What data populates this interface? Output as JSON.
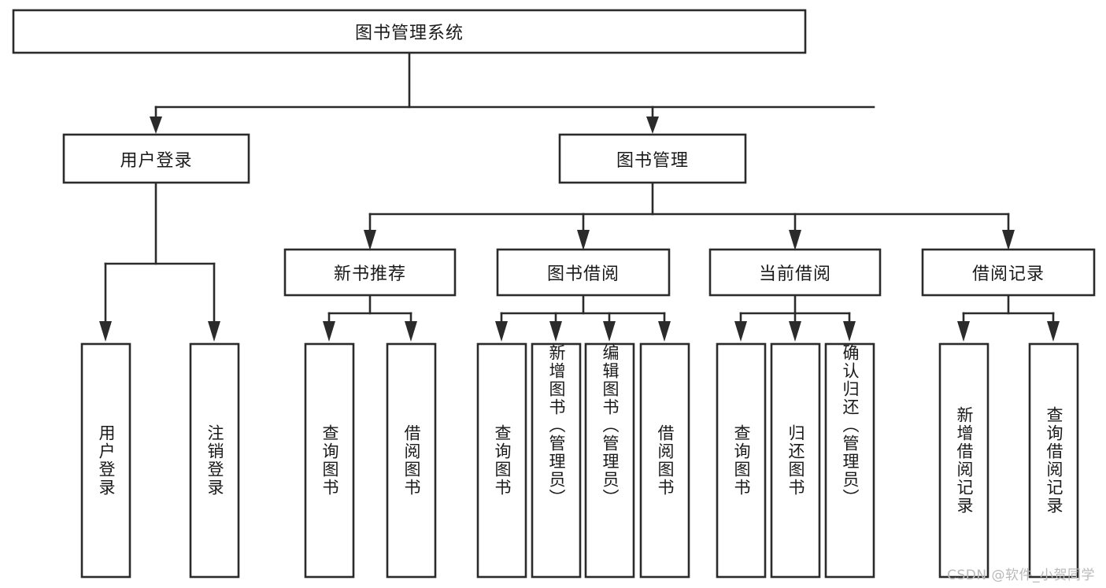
{
  "diagram": {
    "type": "tree-hierarchy",
    "title": "图书管理系统",
    "orientation": "top-down",
    "colors": {
      "box_stroke": "#2b2b2b",
      "box_fill": "#ffffff",
      "text": "#1a1a1a",
      "watermark": "#b9b9b9",
      "background": "#ffffff"
    },
    "root": {
      "label": "图书管理系统"
    },
    "level1": [
      {
        "label": "用户登录"
      },
      {
        "label": "图书管理"
      }
    ],
    "level2": [
      {
        "label": "新书推荐"
      },
      {
        "label": "图书借阅"
      },
      {
        "label": "当前借阅"
      },
      {
        "label": "借阅记录"
      }
    ],
    "leaves": {
      "user_login": [
        {
          "label": "用户登录"
        },
        {
          "label": "注销登录"
        }
      ],
      "new_book_recommend": [
        {
          "label": "查询图书"
        },
        {
          "label": "借阅图书"
        }
      ],
      "book_borrow": [
        {
          "label": "查询图书"
        },
        {
          "label": "新增图书（管理员）"
        },
        {
          "label": "编辑图书（管理员）"
        },
        {
          "label": "借阅图书"
        }
      ],
      "current_borrow": [
        {
          "label": "查询图书"
        },
        {
          "label": "归还图书"
        },
        {
          "label": "确认归还（管理员）"
        }
      ],
      "borrow_record": [
        {
          "label": "新增借阅记录"
        },
        {
          "label": "查询借阅记录"
        }
      ]
    },
    "watermark": "CSDN @软件_小贺同学"
  }
}
